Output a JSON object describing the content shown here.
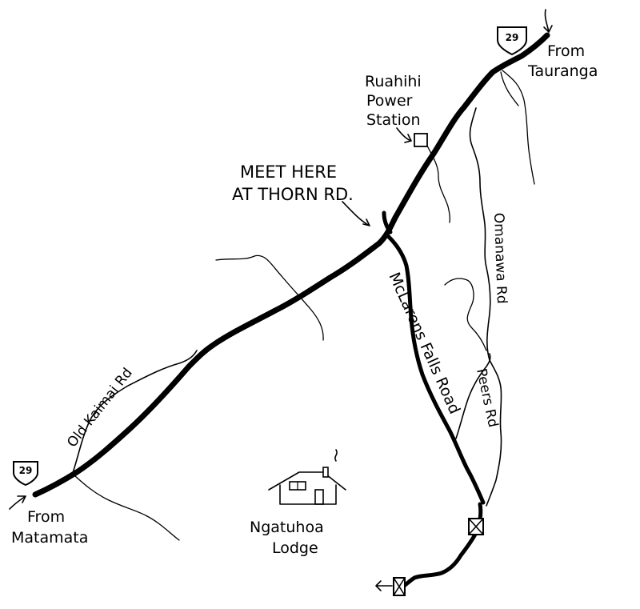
{
  "map": {
    "highway_shield": "29",
    "labels": {
      "from_tauranga": [
        "From",
        "Tauranga"
      ],
      "from_matamata": [
        "From",
        "Matamata"
      ],
      "power_station": [
        "Ruahihi",
        "Power",
        "Station"
      ],
      "meet_here": [
        "MEET HERE",
        "AT THORN RD."
      ],
      "old_kaimai_rd": "Old Kaimai Rd",
      "mclarens_falls_road": "McLarens Falls Road",
      "omanawa_rd": "Omanawa Rd",
      "peers_rd": "Peers Rd",
      "lodge": [
        "Ngatuhoa",
        "Lodge"
      ]
    },
    "icons": {
      "power_station": "square-icon",
      "lodge": "house-icon",
      "gate": "gate-icon",
      "shield": "highway-shield-icon",
      "arrow": "arrow-icon"
    }
  }
}
